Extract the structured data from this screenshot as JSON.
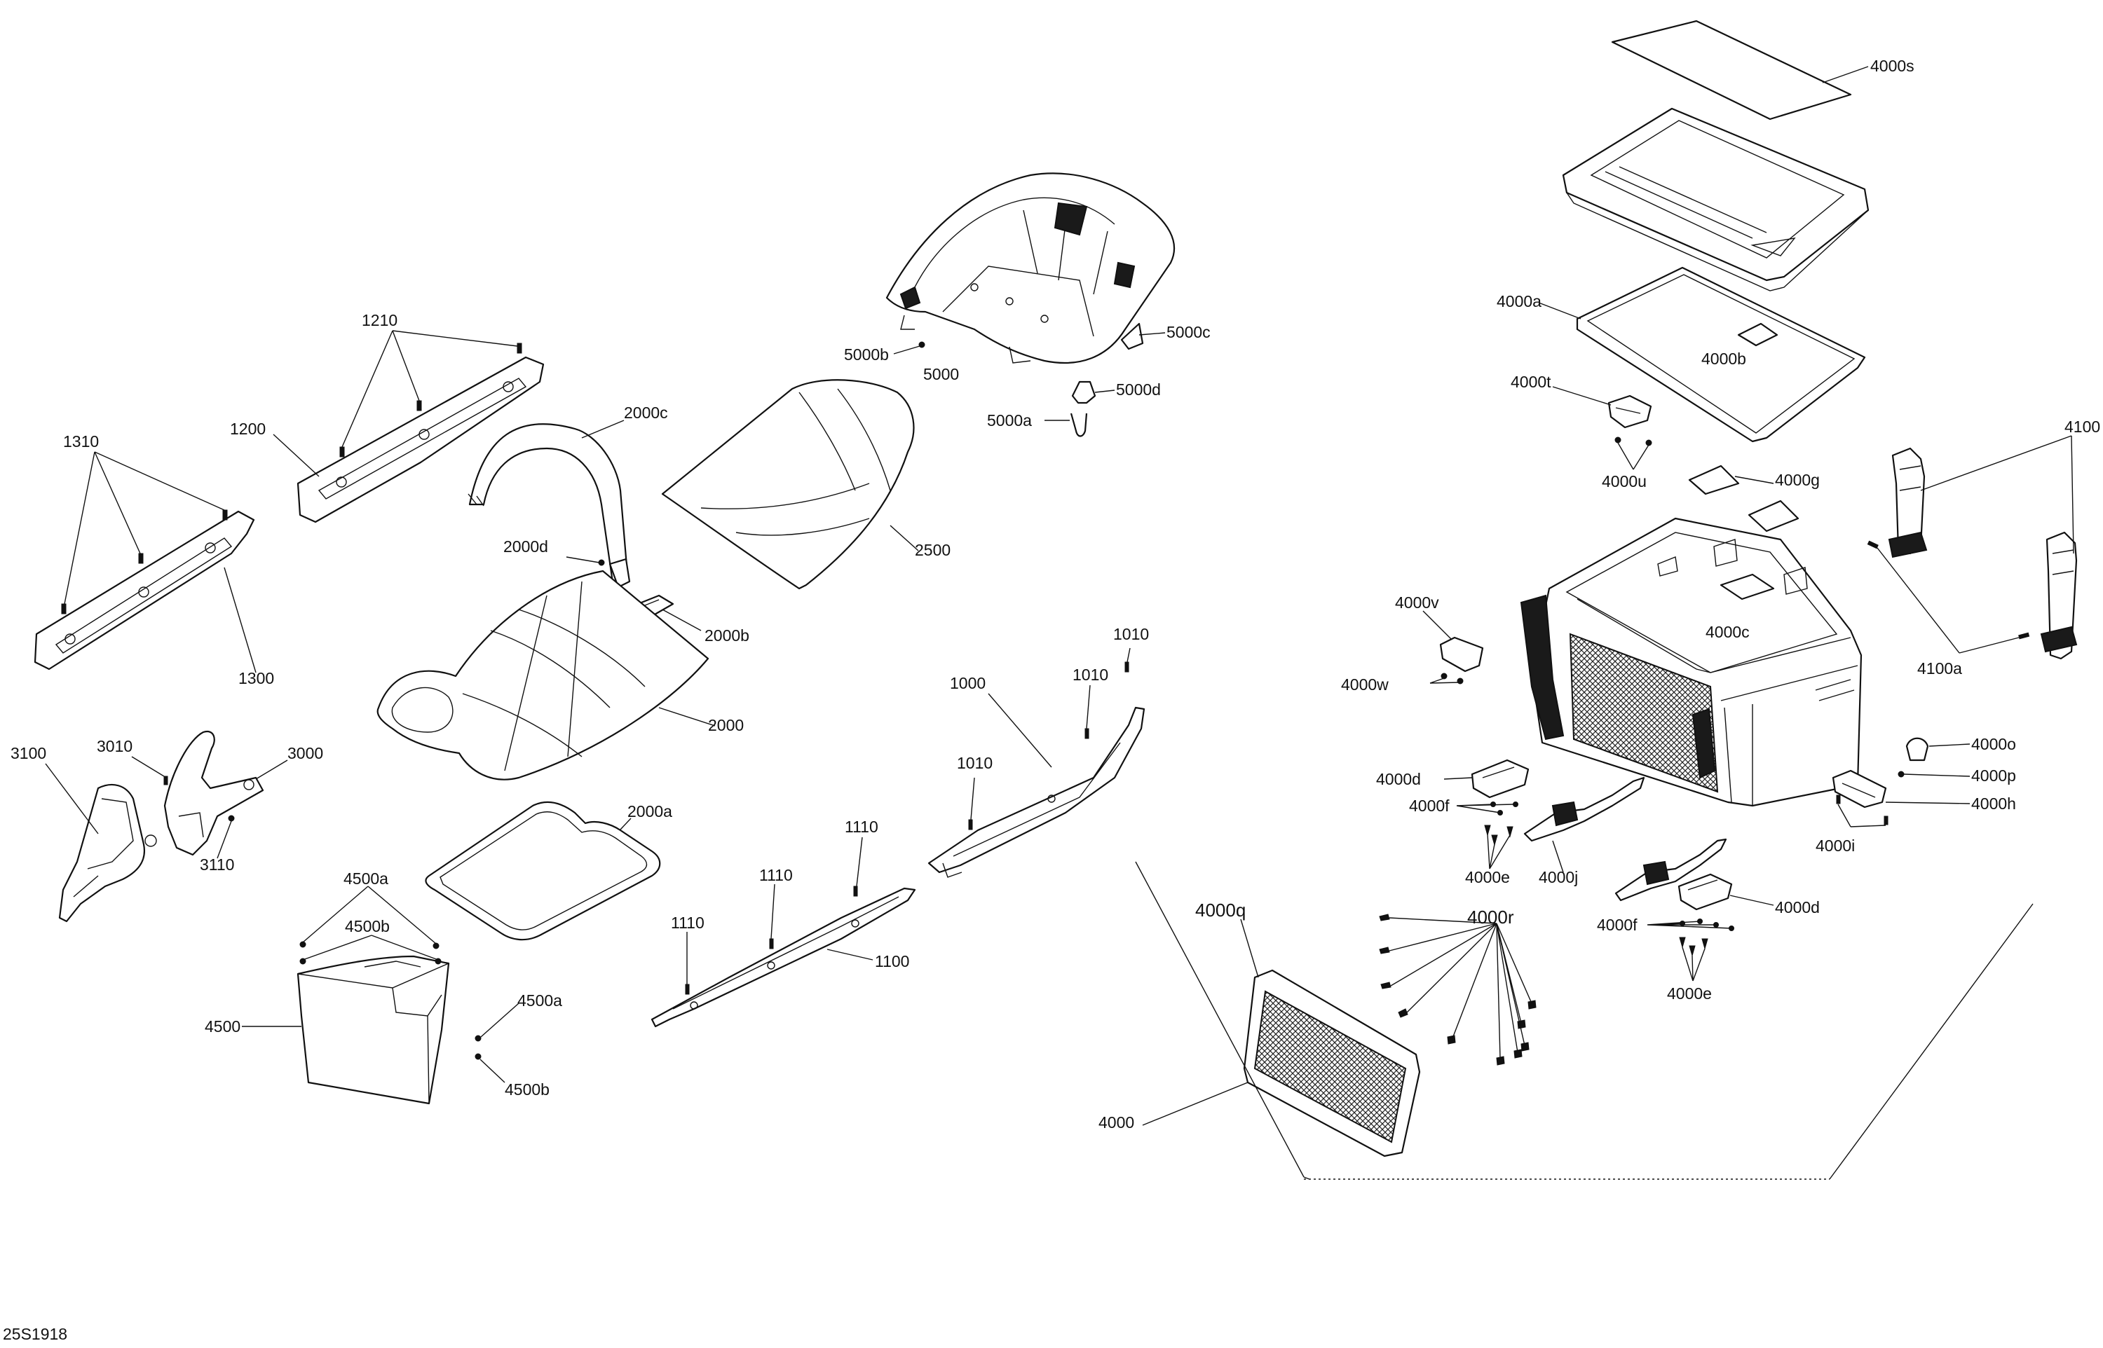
{
  "diagram": {
    "diagram_id": "25S1918",
    "callouts": {
      "p1310": "1310",
      "p1300": "1300",
      "p1210": "1210",
      "p1200": "1200",
      "p2000c": "2000c",
      "p2000d": "2000d",
      "p2000b": "2000b",
      "p2000": "2000",
      "p2000a": "2000a",
      "p2500": "2500",
      "p5000": "5000",
      "p5000b": "5000b",
      "p5000c": "5000c",
      "p5000d": "5000d",
      "p5000a": "5000a",
      "p3100": "3100",
      "p3010": "3010",
      "p3000": "3000",
      "p3110": "3110",
      "p4500a_top": "4500a",
      "p4500b_top": "4500b",
      "p4500": "4500",
      "p4500a_side": "4500a",
      "p4500b_side": "4500b",
      "p1000": "1000",
      "p1010_top": "1010",
      "p1010_mid": "1010",
      "p1010_low": "1010",
      "p1100": "1100",
      "p1110_a": "1110",
      "p1110_b": "1110",
      "p1110_c": "1110",
      "p4000s": "4000s",
      "p4000a": "4000a",
      "p4000b": "4000b",
      "p4000t": "4000t",
      "p4000u": "4000u",
      "p4000g": "4000g",
      "p4000c": "4000c",
      "p4000v": "4000v",
      "p4000w": "4000w",
      "p4100": "4100",
      "p4100a": "4100a",
      "p4000o": "4000o",
      "p4000p": "4000p",
      "p4000h": "4000h",
      "p4000i": "4000i",
      "p4000d_left": "4000d",
      "p4000f_left": "4000f",
      "p4000e_left": "4000e",
      "p4000j": "4000j",
      "p4000d_right": "4000d",
      "p4000f_right": "4000f",
      "p4000e_right": "4000e",
      "p4000q": "4000q",
      "p4000r": "4000r",
      "p4000": "4000"
    }
  }
}
